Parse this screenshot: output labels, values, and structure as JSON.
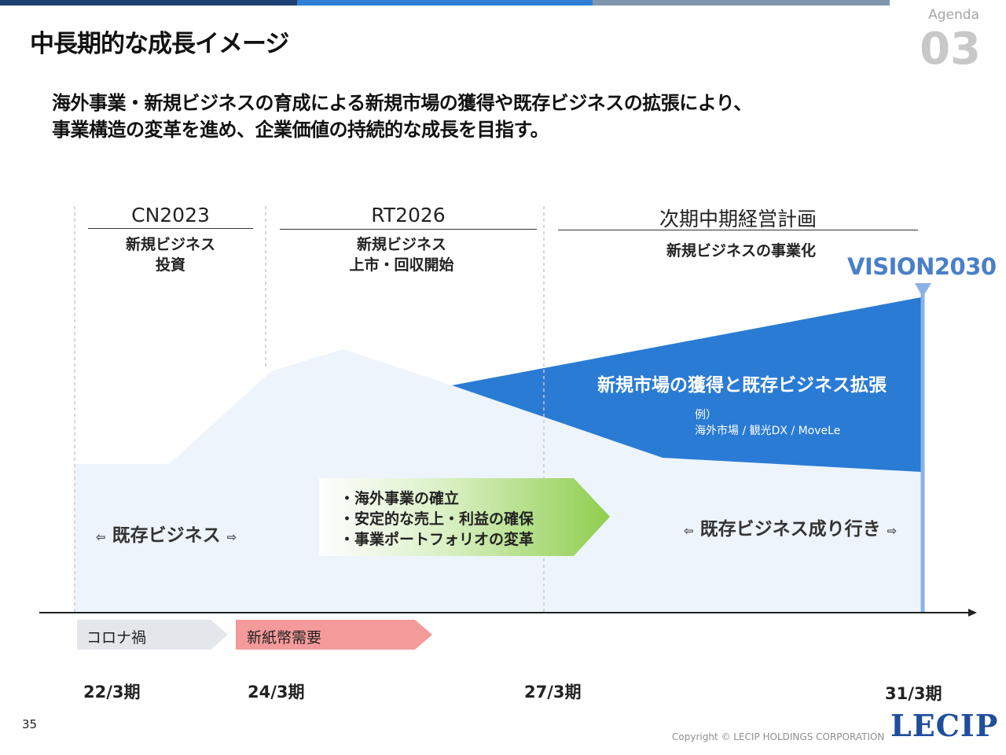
{
  "header": {
    "title": "中長期的な成長イメージ",
    "agenda_label": "Agenda",
    "agenda_number": "03",
    "accent_colors": [
      "#1e3f73",
      "#2f7fd7",
      "#7f96ae"
    ]
  },
  "lead": {
    "line1": "海外事業・新規ビジネスの育成による新規市場の獲得や既存ビジネスの拡張により、",
    "line2": "事業構造の変革を進め、企業価値の持続的な成長を目指す。"
  },
  "phases": [
    {
      "name": "CN2023",
      "desc_line1": "新規ビジネス",
      "desc_line2": "投資"
    },
    {
      "name": "RT2026",
      "desc_line1": "新規ビジネス",
      "desc_line2": "上市・回収開始"
    },
    {
      "name": "次期中期経営計画",
      "desc_line1": "新規ビジネスの事業化",
      "desc_line2": ""
    }
  ],
  "vision": "VISION2030",
  "expansion": {
    "title": "新規市場の獲得と既存ビジネス拡張",
    "example_label": "例）",
    "examples": "海外市場 / 観光DX / MoveLe",
    "color": "#2a7bd4"
  },
  "existing_business": {
    "label_left": "既存ビジネス",
    "label_right": "既存ビジネス成り行き",
    "arrow_left": "⇦",
    "arrow_right": "⇨",
    "color": "#edf4fc"
  },
  "initiatives": {
    "items": [
      "・海外事業の確立",
      "・安定的な売上・利益の確保",
      "・事業ポートフォリオの変革"
    ],
    "color": "#8fce4f"
  },
  "events": [
    {
      "label": "コロナ禍",
      "color": "#e3e7eb"
    },
    {
      "label": "新紙幣需要",
      "color": "#f59a9a"
    }
  ],
  "periods": [
    "22/3期",
    "24/3期",
    "27/3期",
    "31/3期"
  ],
  "footer": {
    "page_number": "35",
    "copyright": "Copyright © LECIP  HOLDINGS CORPORATION",
    "logo": "LECIP"
  }
}
